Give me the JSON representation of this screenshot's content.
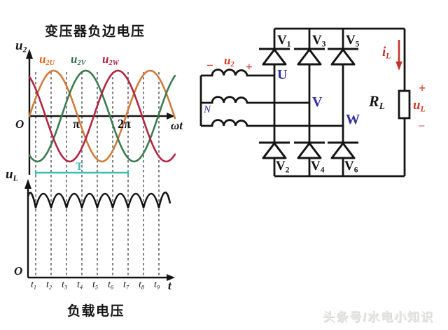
{
  "top_chart": {
    "title": "变压器负边电压",
    "y_label": {
      "b": "u",
      "s": "2"
    },
    "origin": "O",
    "tick_pi": "π",
    "tick_2pi": "2π",
    "x_label": "ωt",
    "period_marker": "T"
  },
  "bottom_chart": {
    "title": "负载电压",
    "y_label": {
      "b": "u",
      "s": "L"
    },
    "origin": "O",
    "x_label": "t",
    "t_labels": [
      {
        "b": "t",
        "s": "1"
      },
      {
        "b": "t",
        "s": "2"
      },
      {
        "b": "t",
        "s": "3"
      },
      {
        "b": "t",
        "s": "4"
      },
      {
        "b": "t",
        "s": "5"
      },
      {
        "b": "t",
        "s": "6"
      },
      {
        "b": "t",
        "s": "7"
      },
      {
        "b": "t",
        "s": "8"
      },
      {
        "b": "t",
        "s": "9"
      }
    ]
  },
  "chart_data": [
    {
      "type": "line",
      "title": "变压器负边电压",
      "xlabel": "ωt",
      "ylabel": "u2",
      "x_ticks": [
        "π",
        "2π"
      ],
      "ylim": [
        -1,
        1
      ],
      "amplitude": 1,
      "grid": "dashed vertical lines at commutation instants t1–t9 (every 60°, first near 30°)",
      "legend_position": "above curves",
      "series": [
        {
          "name": "u2U",
          "label_b": "u",
          "label_s": "2U",
          "phase_deg": 0,
          "color": "#cf7c3a",
          "label_color": "#e2611c"
        },
        {
          "name": "u2V",
          "label_b": "u",
          "label_s": "2V",
          "phase_deg": -120,
          "color": "#3c7b50",
          "label_color": "#2e7046"
        },
        {
          "name": "u2W",
          "label_b": "u",
          "label_s": "2W",
          "phase_deg": 120,
          "color": "#b02742",
          "label_color": "#b01f3d"
        }
      ],
      "period_marker": {
        "label": "T",
        "from": "t1",
        "to": "t7",
        "color": "#3fbdb5"
      }
    },
    {
      "type": "line",
      "title": "负载电压",
      "xlabel": "t",
      "ylabel": "uL",
      "x_ticks": [
        "t1",
        "t2",
        "t3",
        "t4",
        "t5",
        "t6",
        "t7",
        "t8",
        "t9"
      ],
      "ylim": [
        0,
        1
      ],
      "description": "Six-pulse rectified load voltage: arc humps peaking between consecutive ti, valleys at each ti; ripple between ~0.87 and 1.0 of phase peak"
    }
  ],
  "circuit": {
    "diodes_top": [
      {
        "b": "V",
        "s": "1"
      },
      {
        "b": "V",
        "s": "3"
      },
      {
        "b": "V",
        "s": "5"
      }
    ],
    "diodes_bottom": [
      {
        "b": "V",
        "s": "2"
      },
      {
        "b": "V",
        "s": "4"
      },
      {
        "b": "V",
        "s": "6"
      }
    ],
    "nodes": {
      "u": "U",
      "v": "V",
      "w": "W",
      "n": "N"
    },
    "secondary": {
      "minus": "−",
      "label": {
        "b": "u",
        "s": "2"
      },
      "plus": "+"
    },
    "load_current": {
      "b": "i",
      "s": "L"
    },
    "load_resistor": {
      "b": "R",
      "s": "L"
    },
    "load_voltage": {
      "plus": "+",
      "label": {
        "b": "u",
        "s": "L"
      },
      "minus": "−"
    }
  },
  "watermark": "头条号/水电小知识",
  "colors": {
    "wire": "#141414",
    "node_label": "#31309b",
    "polarity_red": "#cd3a28",
    "current_red": "#c13328",
    "minus_pink": "#c86b78",
    "cyan": "#3fbdb5",
    "dash": "#3d3d46"
  }
}
